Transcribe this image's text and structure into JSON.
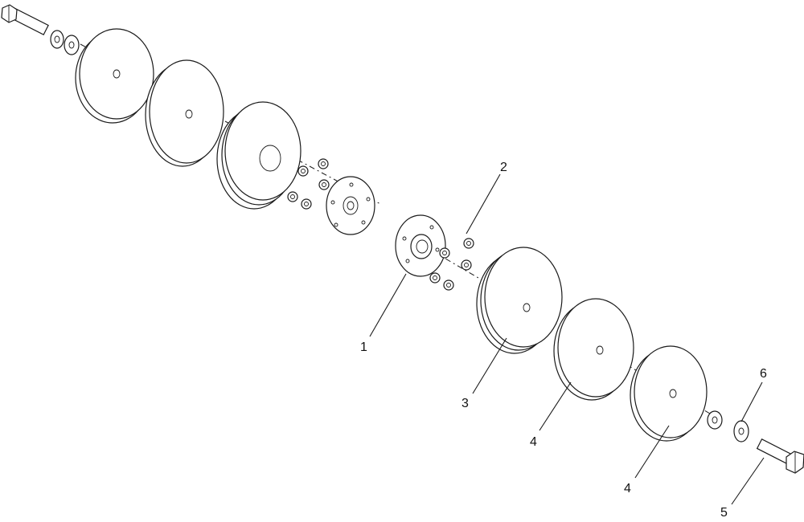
{
  "callouts": {
    "c1": "1",
    "c2": "2",
    "c3": "3",
    "c4a": "4",
    "c4b": "4",
    "c5": "5",
    "c6": "6"
  },
  "colors": {
    "line": "#1a1a1a",
    "background": "#ffffff"
  }
}
